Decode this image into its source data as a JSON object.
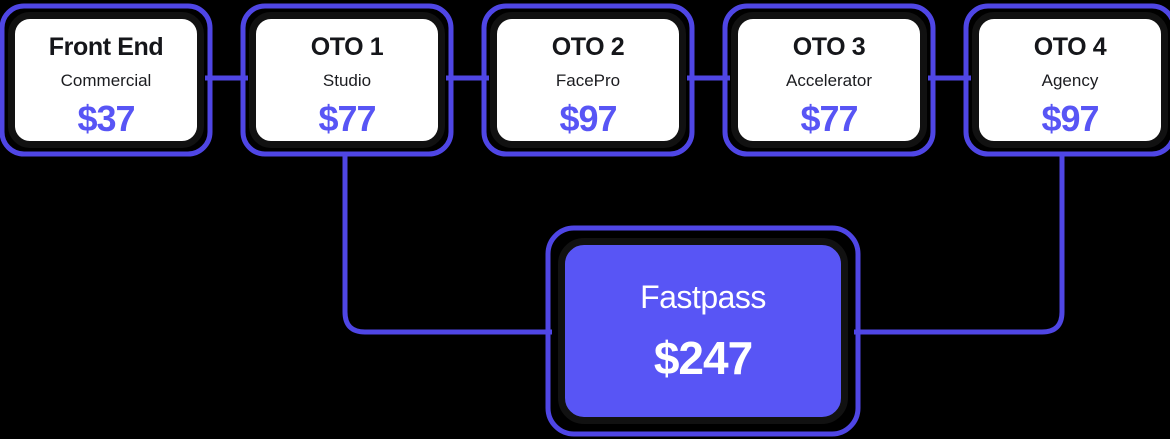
{
  "theme": {
    "background": "#000000",
    "accent": "#5855f5",
    "card_background": "#ffffff",
    "card_border": "#111111",
    "card_title_color": "#15161a",
    "price_color": "#5855f5",
    "fastpass_text_color": "#ffffff"
  },
  "diagram": {
    "type": "funnel-offer-map",
    "cards": [
      {
        "title": "Front End",
        "subtitle": "Commercial",
        "price": "$37"
      },
      {
        "title": "OTO 1",
        "subtitle": "Studio",
        "price": "$77"
      },
      {
        "title": "OTO 2",
        "subtitle": "FacePro",
        "price": "$97"
      },
      {
        "title": "OTO 3",
        "subtitle": "Accelerator",
        "price": "$77"
      },
      {
        "title": "OTO 4",
        "subtitle": "Agency",
        "price": "$97"
      }
    ],
    "bundle": {
      "title": "Fastpass",
      "price": "$247"
    }
  }
}
